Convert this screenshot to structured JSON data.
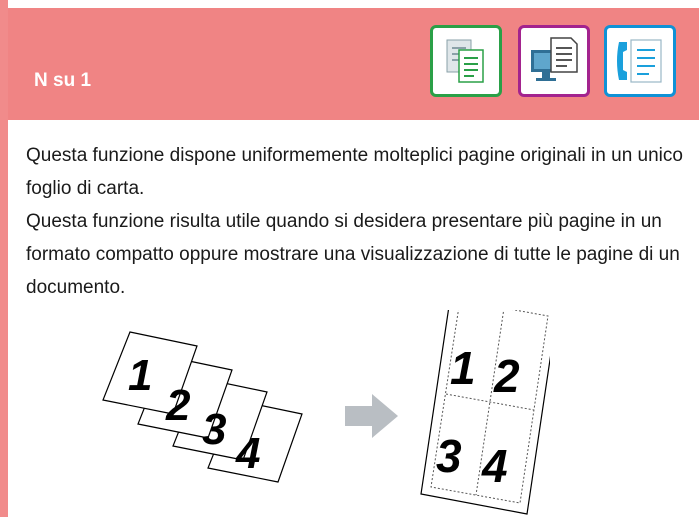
{
  "header": {
    "title": "N su 1",
    "icons": [
      "copy-icon",
      "computer-document-icon",
      "fax-icon"
    ],
    "colors": {
      "header_bg": "#f08484",
      "copy": "#2aa047",
      "pc": "#a3238e",
      "fax": "#0f92d6"
    }
  },
  "body": {
    "paragraph_1": "Questa funzione dispone uniformemente molteplici pagine originali in un unico foglio di carta.",
    "paragraph_2": "Questa funzione risulta utile quando si desidera presentare più pagine in un formato compatto oppure mostrare una visualizzazione di tutte le pagine di un documento."
  },
  "illustration": {
    "original_pages": [
      "1",
      "2",
      "3",
      "4"
    ],
    "combined_pages": [
      "1",
      "2",
      "3",
      "4"
    ]
  }
}
